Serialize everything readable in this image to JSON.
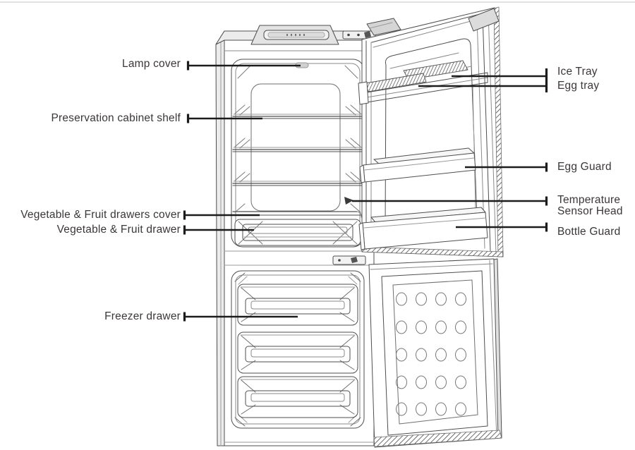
{
  "diagram": {
    "subject": "Refrigerator interior parts diagram",
    "colors": {
      "leader_line": "#1c1c1c",
      "outline": "#4f4f4f",
      "label_text": "#3b3738",
      "panel_gray": "#ececec"
    },
    "labels": {
      "lamp_cover": "Lamp cover",
      "preservation_cabinet_shelf": "Preservation cabinet shelf",
      "vegetable_fruit_drawers_cover": "Vegetable & Fruit drawers cover",
      "vegetable_fruit_drawer": "Vegetable & Fruit drawer",
      "freezer_drawer": "Freezer drawer",
      "ice_tray": "Ice Tray",
      "egg_tray": "Egg tray",
      "egg_guard": "Egg Guard",
      "temperature_sensor_line1": "Temperature",
      "temperature_sensor_line2": "Sensor Head",
      "bottle_guard": "Bottle Guard"
    }
  }
}
